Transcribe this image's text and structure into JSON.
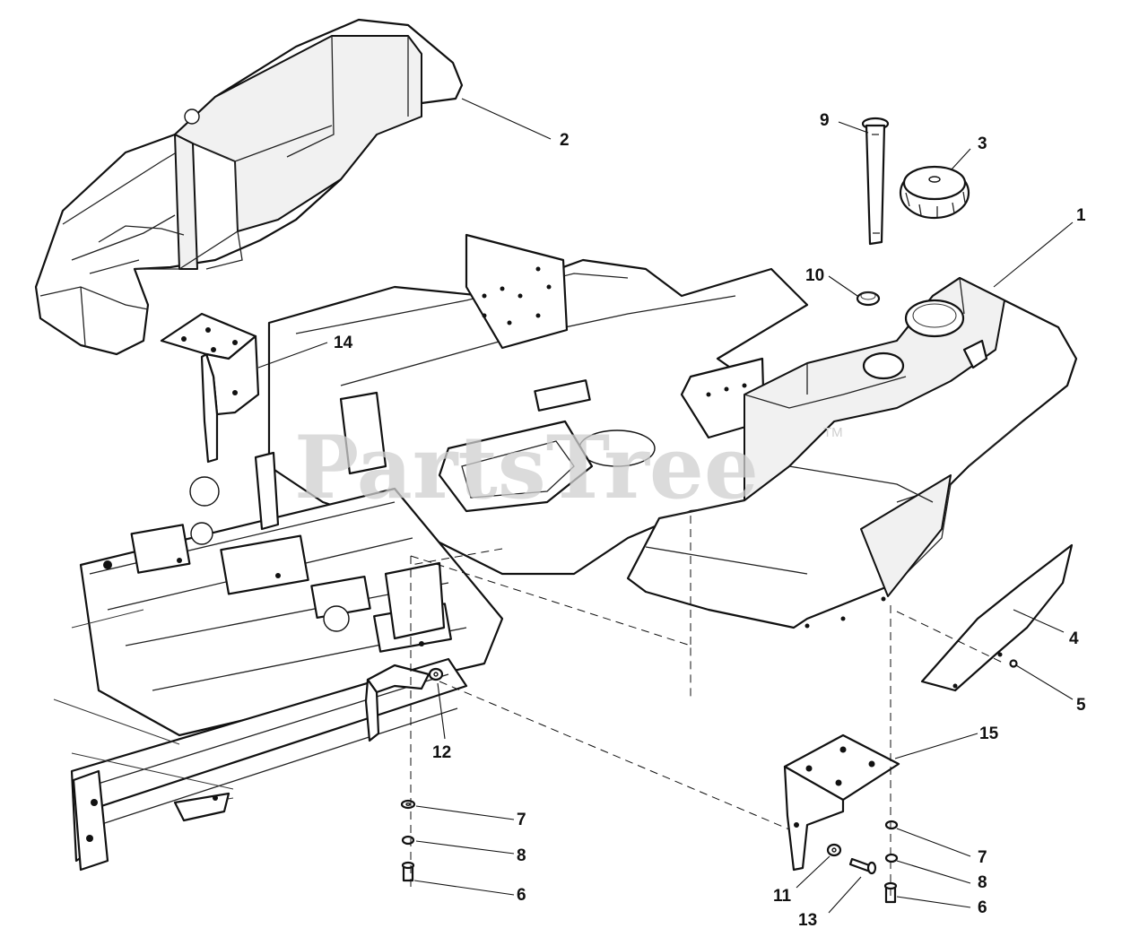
{
  "watermark": {
    "text": "PartsTree",
    "tm": "TM"
  },
  "callouts": [
    "1",
    "2",
    "3",
    "4",
    "5",
    "6",
    "6",
    "7",
    "7",
    "8",
    "8",
    "9",
    "10",
    "11",
    "12",
    "13",
    "14",
    "15"
  ],
  "colors": {
    "line": "#111111",
    "watermark": "#cfcfcf",
    "background": "#ffffff"
  }
}
